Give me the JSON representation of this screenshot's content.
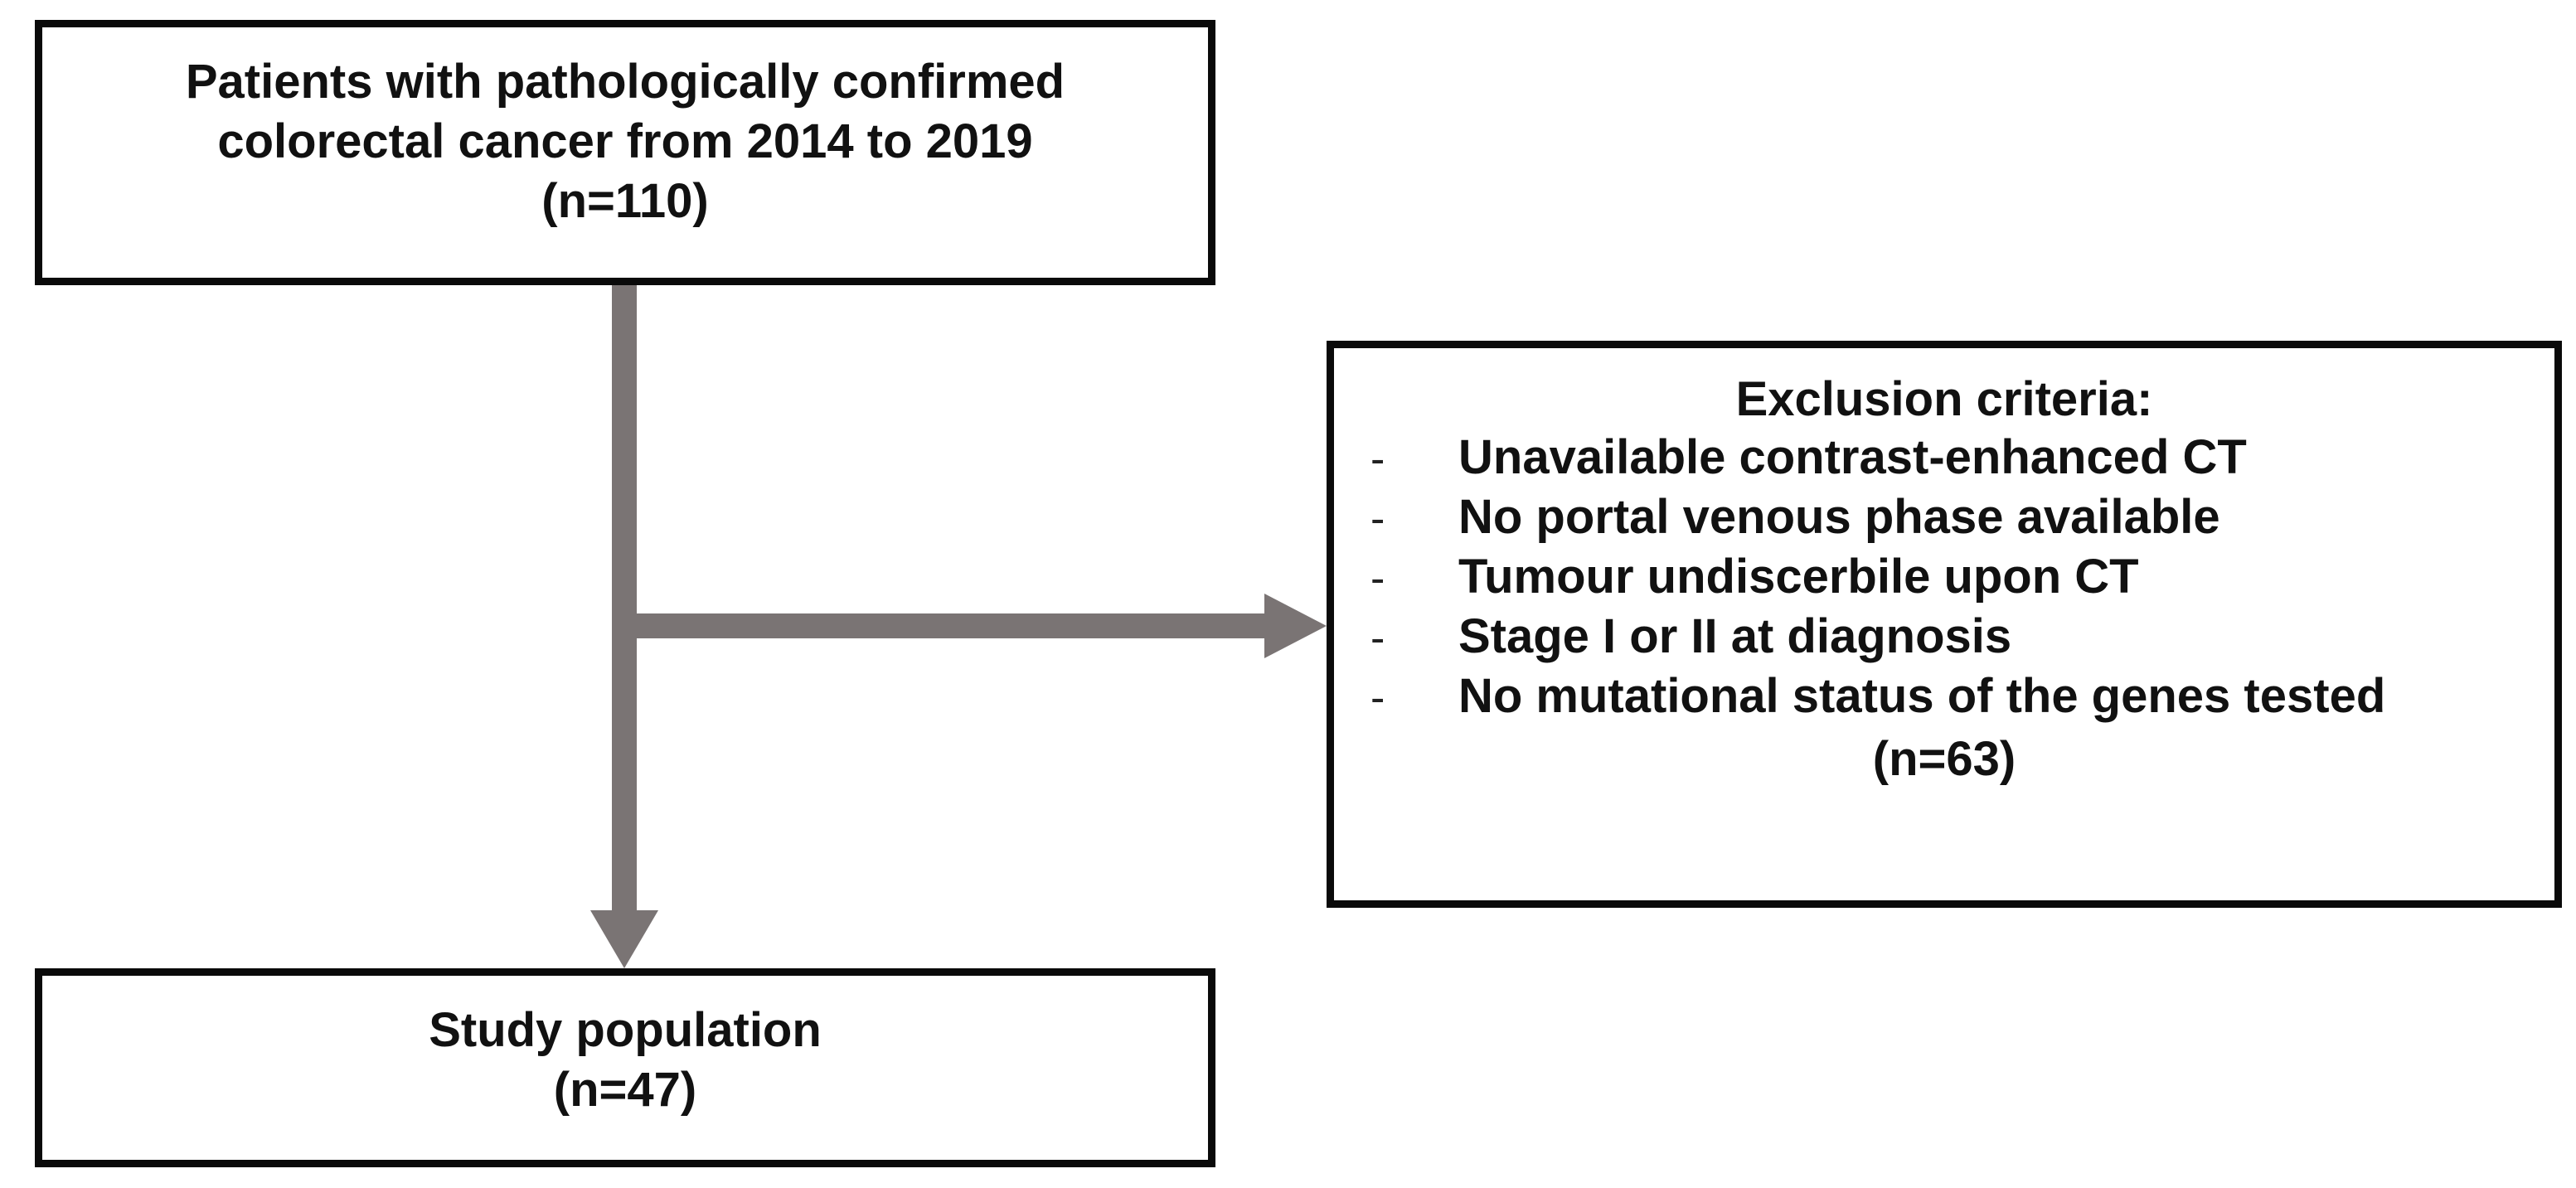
{
  "flowchart": {
    "start": {
      "line1": "Patients with pathologically confirmed",
      "line2": "colorectal cancer from 2014 to 2019",
      "count": "(n=110)"
    },
    "exclusion": {
      "heading": "Exclusion criteria:",
      "criteria": [
        "Unavailable contrast-enhanced CT",
        "No portal venous phase available",
        "Tumour undiscerbile upon CT",
        "Stage I or II at diagnosis",
        "No mutational status of the genes tested"
      ],
      "bullet": "-",
      "count": "(n=63)"
    },
    "result": {
      "label": "Study population",
      "count": "(n=47)"
    },
    "colors": {
      "arrow": "#7a7474",
      "border": "#0a0a0a",
      "text": "#111111"
    }
  }
}
